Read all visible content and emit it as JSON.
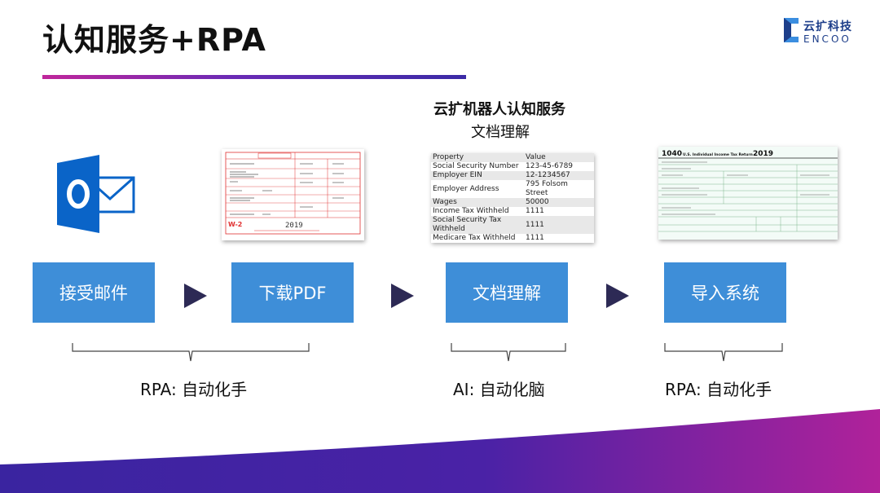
{
  "slide": {
    "title": "认知服务+RPA"
  },
  "logo": {
    "name_cn": "云扩科技",
    "name_en": "ENCOO"
  },
  "cognitive": {
    "title": "云扩机器人认知服务",
    "subtitle": "文档理解"
  },
  "extracted_table": {
    "headers": [
      "Property",
      "Value"
    ],
    "rows": [
      [
        "Social Security Number",
        "123-45-6789"
      ],
      [
        "Employer EIN",
        "12-1234567"
      ],
      [
        "Employer Address",
        "795 Folsom Street"
      ],
      [
        "Wages",
        "50000"
      ],
      [
        "Income Tax Withheld",
        "1111"
      ],
      [
        "Social Security Tax Withheld",
        "1111"
      ],
      [
        "Medicare Tax Withheld",
        "1111"
      ]
    ]
  },
  "documents": {
    "w2_form": "W-2",
    "w2_year": "2019",
    "form_1040": "1040",
    "form_1040_title": "U.S. Individual Income Tax Return"
  },
  "steps": [
    {
      "label": "接受邮件"
    },
    {
      "label": "下载PDF"
    },
    {
      "label": "文档理解"
    },
    {
      "label": "导入系统"
    }
  ],
  "groups": [
    {
      "label": "RPA: 自动化手"
    },
    {
      "label": "AI: 自动化脑"
    },
    {
      "label": "RPA: 自动化手"
    }
  ],
  "colors": {
    "step_blue": "#3e8ed8",
    "arrow": "#2d2a55",
    "accent_magenta": "#c0269b",
    "accent_purple": "#3b2aa6",
    "outlook_blue": "#0a64c8"
  },
  "icons": {
    "mail_app": "outlook-icon"
  }
}
